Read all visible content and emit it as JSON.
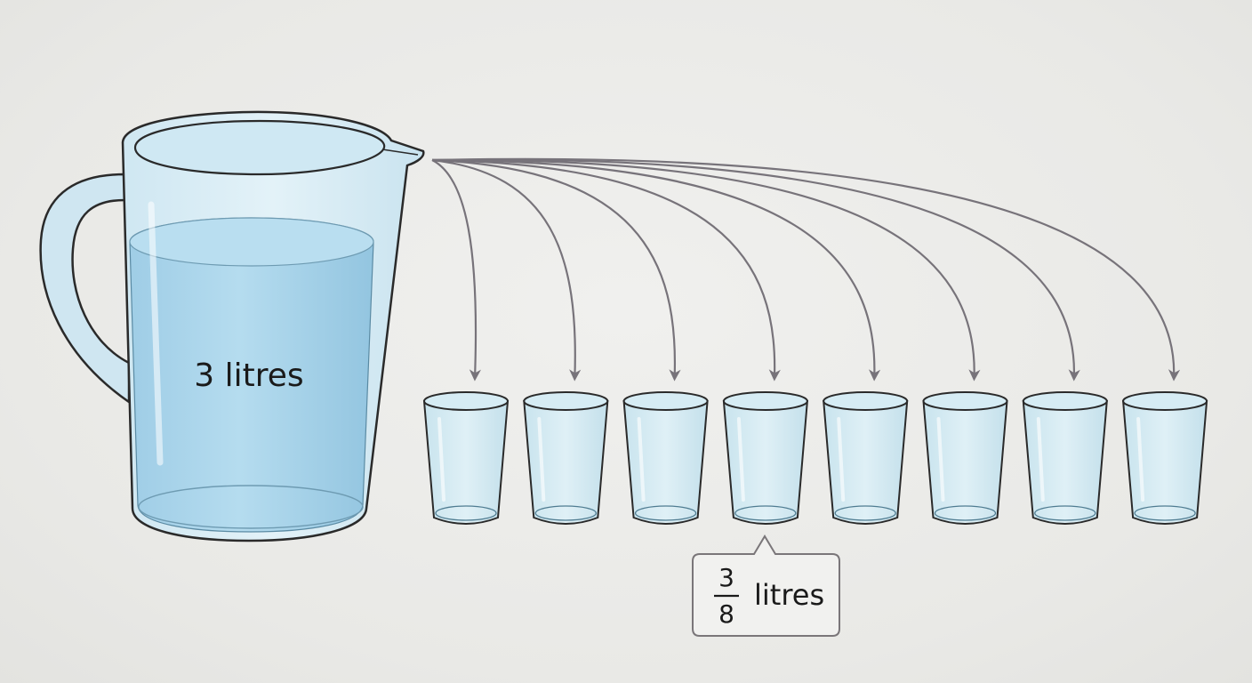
{
  "jug": {
    "label": "3 litres"
  },
  "callout": {
    "numerator": "3",
    "denominator": "8",
    "unit": "litres"
  },
  "colors": {
    "water": "#a6d3ea",
    "glass": "#dbeef5",
    "outline": "#2a2a2a",
    "arrow": "#77737a"
  }
}
